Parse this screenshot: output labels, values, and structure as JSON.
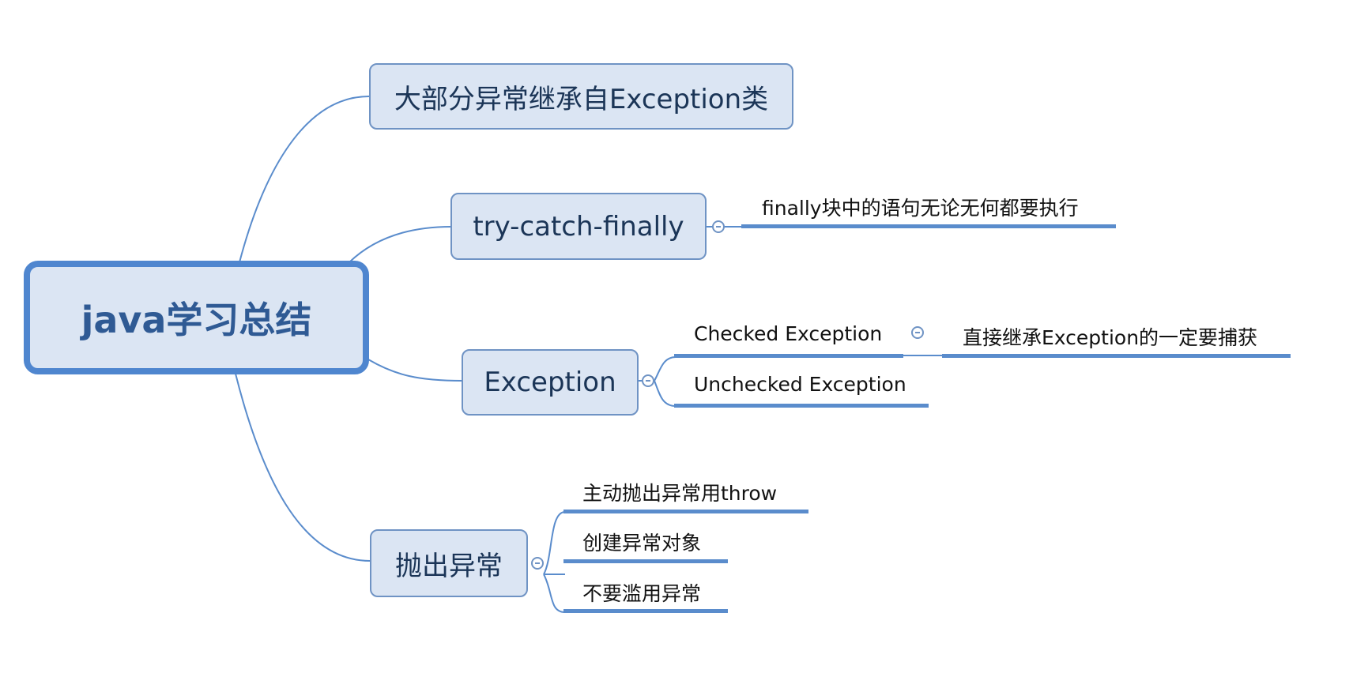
{
  "root": {
    "label": "java学习总结"
  },
  "topics": [
    {
      "label": "大部分异常继承自Exception类",
      "children": []
    },
    {
      "label": "try-catch-finally",
      "children": [
        {
          "label": "finally块中的语句无论无何都要执行"
        }
      ]
    },
    {
      "label": "Exception",
      "children": [
        {
          "label": "Checked Exception",
          "children": [
            {
              "label": "直接继承Exception的一定要捕获"
            }
          ]
        },
        {
          "label": "Unchecked Exception"
        }
      ]
    },
    {
      "label": "抛出异常",
      "children": [
        {
          "label": "主动抛出异常用throw"
        },
        {
          "label": "创建异常对象"
        },
        {
          "label": "不要滥用异常"
        }
      ]
    }
  ],
  "icons": {
    "collapse": "collapse-minus-icon"
  },
  "colors": {
    "node_fill": "#dbe5f3",
    "root_border": "#4f86cf",
    "node_border": "#6f93c4",
    "connector": "#5a8ccc",
    "root_text": "#2f5a94",
    "node_text": "#1b3557"
  }
}
